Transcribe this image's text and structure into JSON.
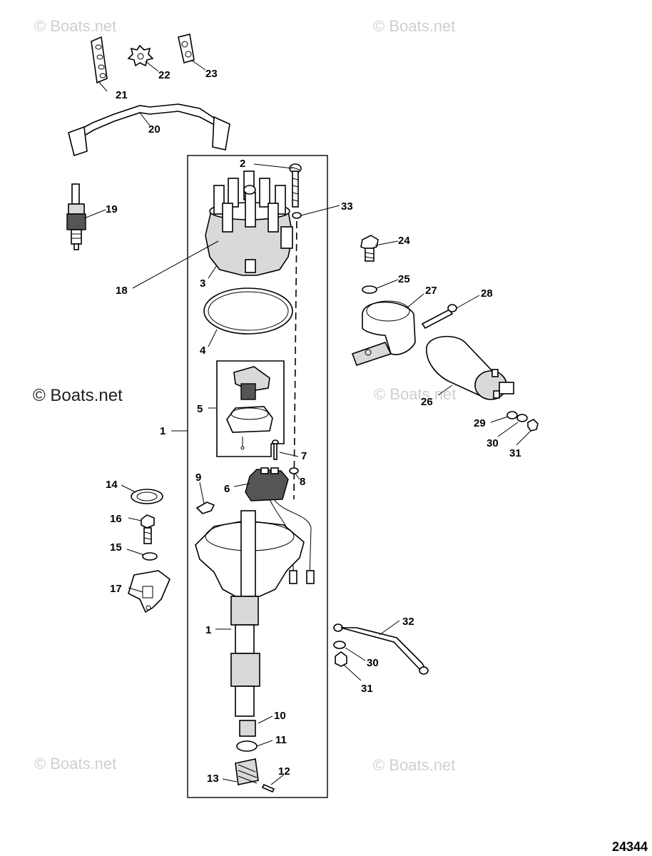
{
  "watermarks": {
    "faint": "© Boats.net",
    "bold": "© Boats.net"
  },
  "figure_number": "24344",
  "callouts": {
    "c1a": "1",
    "c1b": "1",
    "c2": "2",
    "c3": "3",
    "c4": "4",
    "c5": "5",
    "c6": "6",
    "c7": "7",
    "c8": "8",
    "c9": "9",
    "c10": "10",
    "c11": "11",
    "c12": "12",
    "c13": "13",
    "c14": "14",
    "c15": "15",
    "c16": "16",
    "c17": "17",
    "c18": "18",
    "c19": "19",
    "c20": "20",
    "c21": "21",
    "c22": "22",
    "c23": "23",
    "c24": "24",
    "c25": "25",
    "c26": "26",
    "c27": "27",
    "c28": "28",
    "c29": "29",
    "c30a": "30",
    "c30b": "30",
    "c31a": "31",
    "c31b": "31",
    "c32": "32",
    "c33": "33"
  }
}
